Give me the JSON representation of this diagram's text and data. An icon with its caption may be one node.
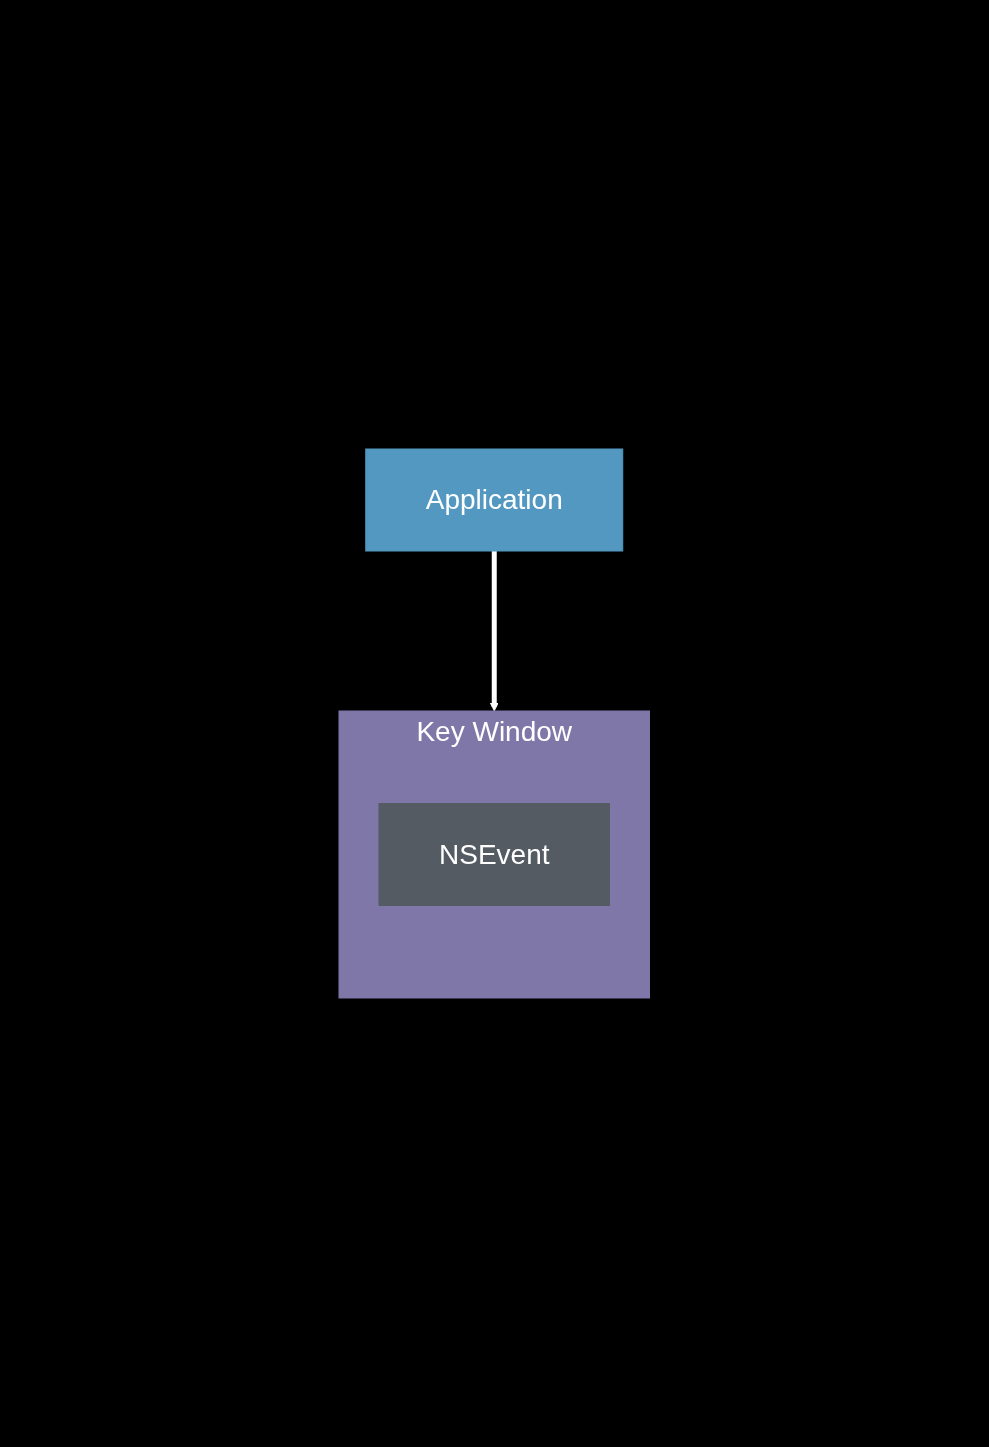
{
  "diagram": {
    "nodes": [
      {
        "text": [
          "Application"
        ]
      },
      {
        "text": [
          "Key Window"
        ]
      },
      {
        "text": [
          "NSEvent"
        ],
        "in": 1
      }
    ],
    "edges": [
      {
        "from": 0,
        "to": 1,
        "arrow": "to"
      }
    ]
  }
}
